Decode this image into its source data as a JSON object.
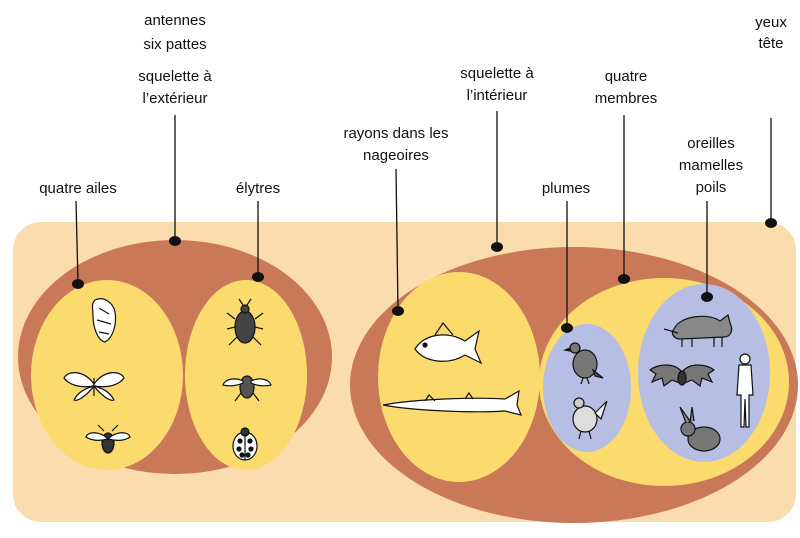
{
  "colors": {
    "page_background": "#ffffff",
    "outer_box": "#fbdcae",
    "group_ellipse": "#c97958",
    "inner_ellipse": "#fbda6e",
    "innermost_ellipse": "#b6bfe3",
    "line": "#111111",
    "dot": "#111111"
  },
  "labels": {
    "yeux": "yeux",
    "tete": "tête",
    "antennes": "antennes",
    "six_pattes": "six pattes",
    "squelette_exterieur_1": "squelette à",
    "squelette_exterieur_2": "l’extérieur",
    "quatre_ailes": "quatre ailes",
    "elytres": "élytres",
    "rayons_1": "rayons dans les",
    "rayons_2": "nageoires",
    "squelette_interieur_1": "squelette à",
    "squelette_interieur_2": "l’intérieur",
    "quatre_membres_1": "quatre",
    "quatre_membres_2": "membres",
    "plumes": "plumes",
    "oreilles": "oreilles",
    "mamelles": "mamelles",
    "poils": "poils"
  },
  "groups": [
    {
      "id": "yeux-tete",
      "traits": [
        "yeux",
        "tête"
      ]
    },
    {
      "id": "squelette-exterieur",
      "traits": [
        "antennes",
        "six pattes",
        "squelette à l’extérieur"
      ]
    },
    {
      "id": "quatre-ailes",
      "traits": [
        "quatre ailes"
      ],
      "animals": [
        "butterfly",
        "moth",
        "bee"
      ]
    },
    {
      "id": "elytres",
      "traits": [
        "élytres"
      ],
      "animals": [
        "beetle",
        "beetle",
        "ladybug"
      ]
    },
    {
      "id": "squelette-interieur",
      "traits": [
        "squelette à l’intérieur"
      ]
    },
    {
      "id": "rayons-nageoires",
      "traits": [
        "rayons dans les nageoires"
      ],
      "animals": [
        "fish",
        "long fish"
      ]
    },
    {
      "id": "quatre-membres",
      "traits": [
        "quatre membres"
      ]
    },
    {
      "id": "plumes",
      "traits": [
        "plumes"
      ],
      "animals": [
        "pigeon",
        "grouse"
      ]
    },
    {
      "id": "oreilles-mamelles-poils",
      "traits": [
        "oreilles",
        "mamelles",
        "poils"
      ],
      "animals": [
        "cat",
        "bat",
        "human",
        "rabbit"
      ]
    }
  ]
}
